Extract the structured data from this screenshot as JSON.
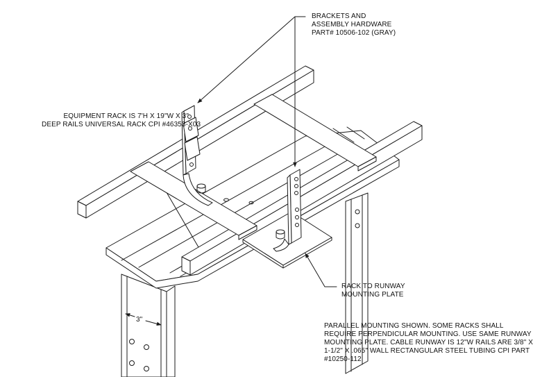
{
  "callouts": {
    "brackets": {
      "lines": [
        "BRACKETS AND",
        "ASSEMBLY HARDWARE",
        "PART# 10506-102 (GRAY)"
      ]
    },
    "equipment_rack": {
      "lines": [
        "EQUIPMENT RACK IS 7'H X 19\"W X 3\"",
        "DEEP RAILS UNIVERSAL RACK CPI #46353-X03"
      ]
    },
    "mounting_plate": {
      "lines": [
        "RACK TO RUNWAY",
        "MOUNTING PLATE"
      ]
    },
    "note": {
      "lines": [
        "PARALLEL MOUNTING SHOWN. SOME RACKS SHALL",
        "REQUIRE PERPENDICULAR MOUNTING. USE SAME RUNWAY",
        "MOUNTING PLATE. CABLE RUNWAY IS 12\"W RAILS ARE 3/8\" X",
        "1-1/2\" X .065\" WALL RECTANGULAR STEEL TUBING CPI PART",
        "#10250-112."
      ]
    }
  },
  "dimension": {
    "label": "3\""
  },
  "style": {
    "line_color": "#1a1a1a",
    "background": "#ffffff"
  }
}
